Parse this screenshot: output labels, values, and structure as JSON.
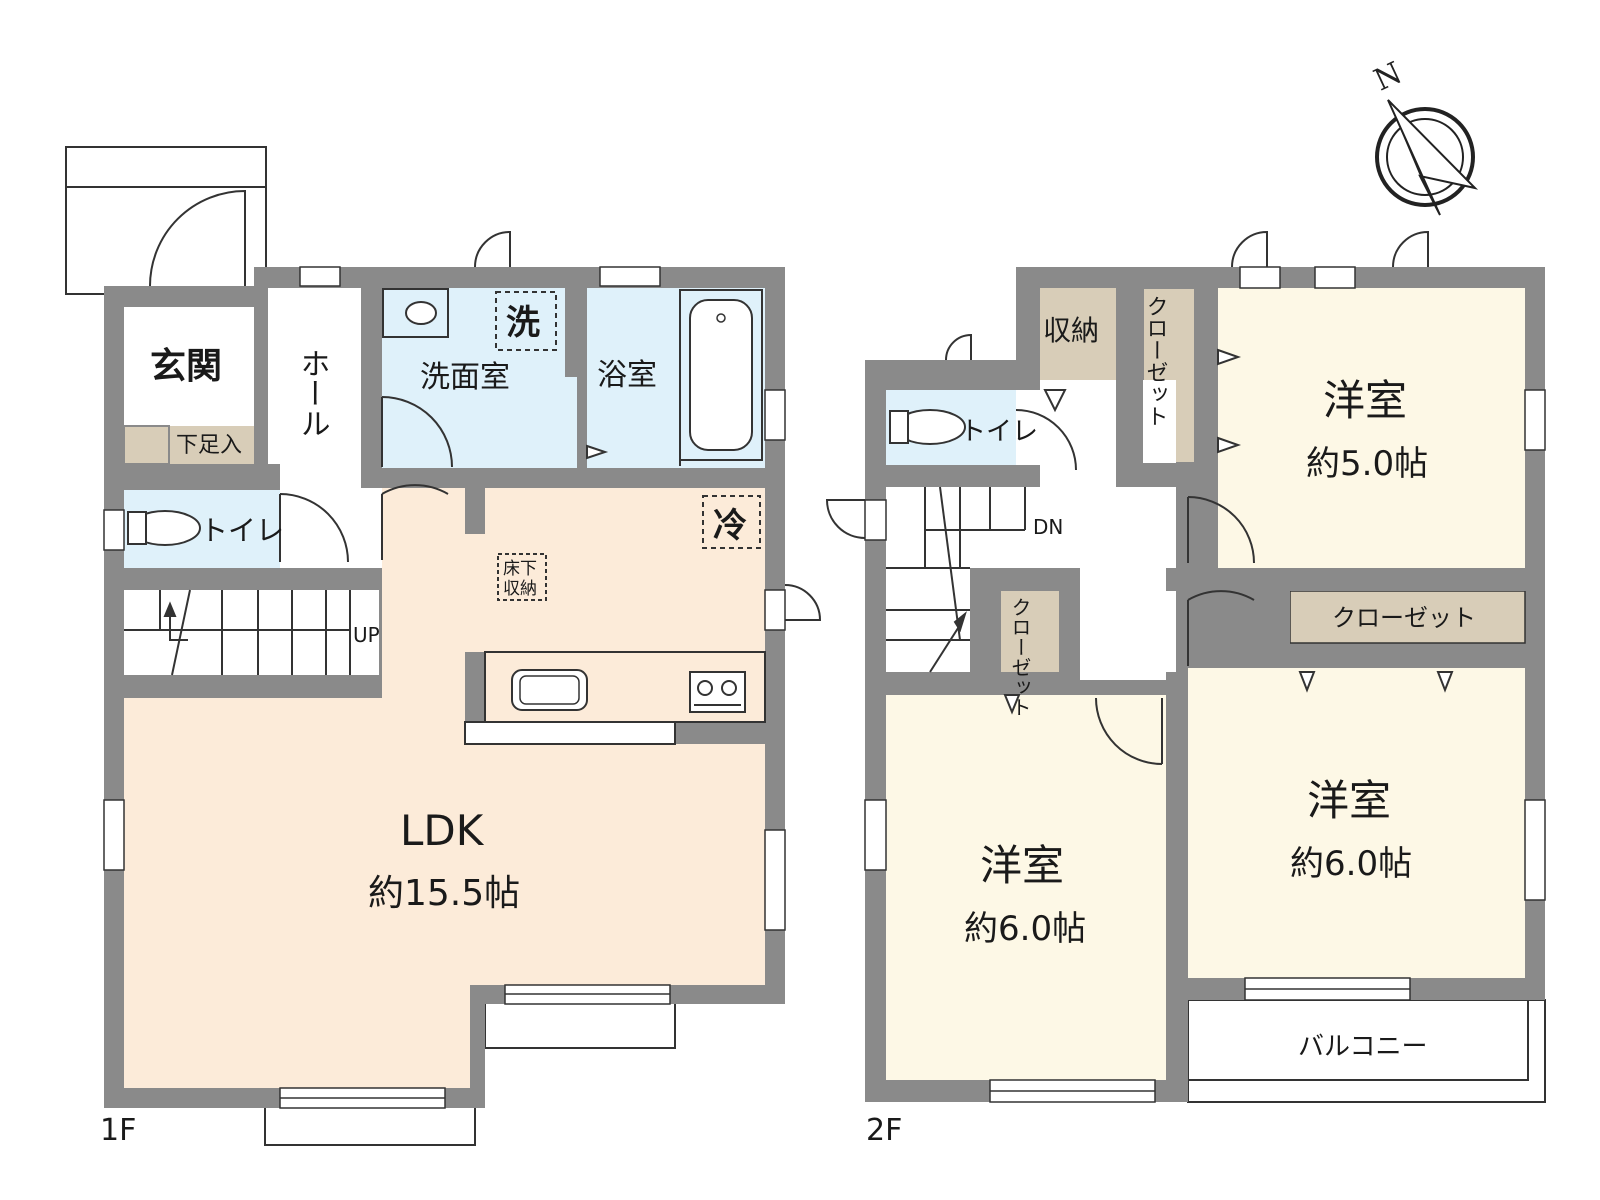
{
  "colors": {
    "wall": "#8a8a8a",
    "ldk": "#fcebd9",
    "wet": "#dff1fa",
    "bedroom": "#fdf8e6",
    "storage": "#d8cdb8",
    "line": "#333333"
  },
  "compass": {
    "north_label": "N"
  },
  "floor1": {
    "label": "1F",
    "entrance": "玄関",
    "shoe_storage": "下足入",
    "hall": "ホール",
    "washroom": "洗面室",
    "washer_mark": "洗",
    "bathroom": "浴室",
    "toilet": "トイレ",
    "fridge_mark": "冷",
    "underfloor_line1": "床下",
    "underfloor_line2": "収納",
    "stairs": "UP",
    "ldk": "LDK",
    "ldk_size": "約15.5帖"
  },
  "floor2": {
    "label": "2F",
    "storage": "収納",
    "closet_a": "クローゼット",
    "toilet": "トイレ",
    "stairs": "DN",
    "room_a": "洋室",
    "room_a_size": "約5.0帖",
    "closet_b": "クローゼット",
    "closet_c": "クローゼット",
    "room_b": "洋室",
    "room_b_size": "約6.0帖",
    "room_c": "洋室",
    "room_c_size": "約6.0帖",
    "balcony": "バルコニー"
  }
}
